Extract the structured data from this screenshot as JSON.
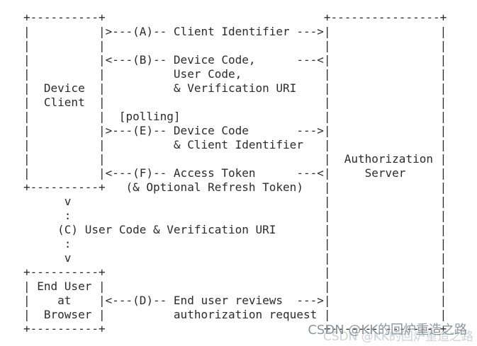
{
  "colors": {
    "background": "#ffffff",
    "diagram_text": "#2b2b30",
    "watermark_gray": "#8f969b",
    "watermark_faint": "#cdd2d6"
  },
  "diagram": {
    "ascii": "+----------+                                +----------------+\n|          |>---(A)-- Client Identifier --->|                |\n|          |                                |                |\n|          |<---(B)-- Device Code,      ---<|                |\n|          |          User Code,            |                |\n|  Device  |          & Verification URI    |                |\n|  Client  |                                |                |\n|          |  [polling]                     |                |\n|          |>---(E)-- Device Code       --->|                |\n|          |          & Client Identifier   |                |\n|          |                                |  Authorization |\n|          |<---(F)-- Access Token      ---<|     Server     |\n+----------+   (& Optional Refresh Token)   |                |\n      v                                     |                |\n      :                                     |                |\n     (C) User Code & Verification URI       |                |\n      :                                     |                |\n      v                                     |                |\n+----------+                                |                |\n| End User |                                |                |\n|    at    |<---(D)-- End user reviews  --->|                |\n|  Browser |          authorization request |                |\n+----------+                                +----------------+",
    "entities": [
      {
        "label": "Device Client"
      },
      {
        "label": "Authorization Server"
      },
      {
        "label": "End User at Browser"
      }
    ],
    "steps": [
      {
        "id": "A",
        "label": "Client Identifier",
        "arrow": "--->"
      },
      {
        "id": "B",
        "label": "Device Code, User Code, & Verification URI",
        "arrow": "---<"
      },
      {
        "id": "C",
        "label": "User Code & Verification URI",
        "arrow": "v ... v"
      },
      {
        "id": "D",
        "label": "End user reviews authorization request",
        "arrow": "<--- --->"
      },
      {
        "id": "E",
        "label": "Device Code & Client Identifier",
        "note": "[polling]",
        "arrow": "--->"
      },
      {
        "id": "F",
        "label": "Access Token (& Optional Refresh Token)",
        "arrow": "---<"
      }
    ]
  },
  "watermark": {
    "text": "CSDN @KK的回炉重造之路"
  }
}
